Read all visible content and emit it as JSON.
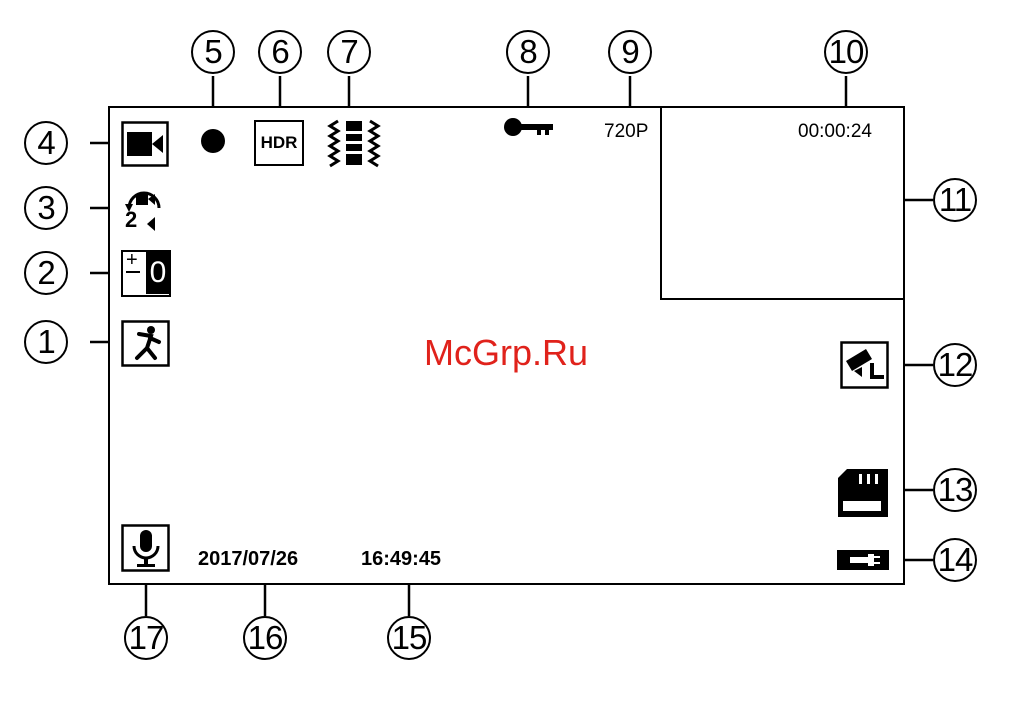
{
  "screen": {
    "resolution": "720P",
    "elapsed_time": "00:00:24",
    "date": "2017/07/26",
    "time": "16:49:45",
    "hdr_label": "HDR",
    "exposure_label": "0",
    "burst_label": "2"
  },
  "icons": {
    "video_mode": "video-camera-icon",
    "recording": "record-dot-icon",
    "hdr": "hdr-icon",
    "wdr": "wdr-icon",
    "lock": "key-icon",
    "loop": "loop-record-icon",
    "exposure": "exposure-icon",
    "motion": "motion-detection-icon",
    "parking": "parking-monitor-icon",
    "sd_card": "sd-card-icon",
    "power": "power-plug-icon",
    "mic": "microphone-icon"
  },
  "callouts": [
    "1",
    "2",
    "3",
    "4",
    "5",
    "6",
    "7",
    "8",
    "9",
    "10",
    "11",
    "12",
    "13",
    "14",
    "15",
    "16",
    "17"
  ],
  "watermark": "McGrp.Ru"
}
